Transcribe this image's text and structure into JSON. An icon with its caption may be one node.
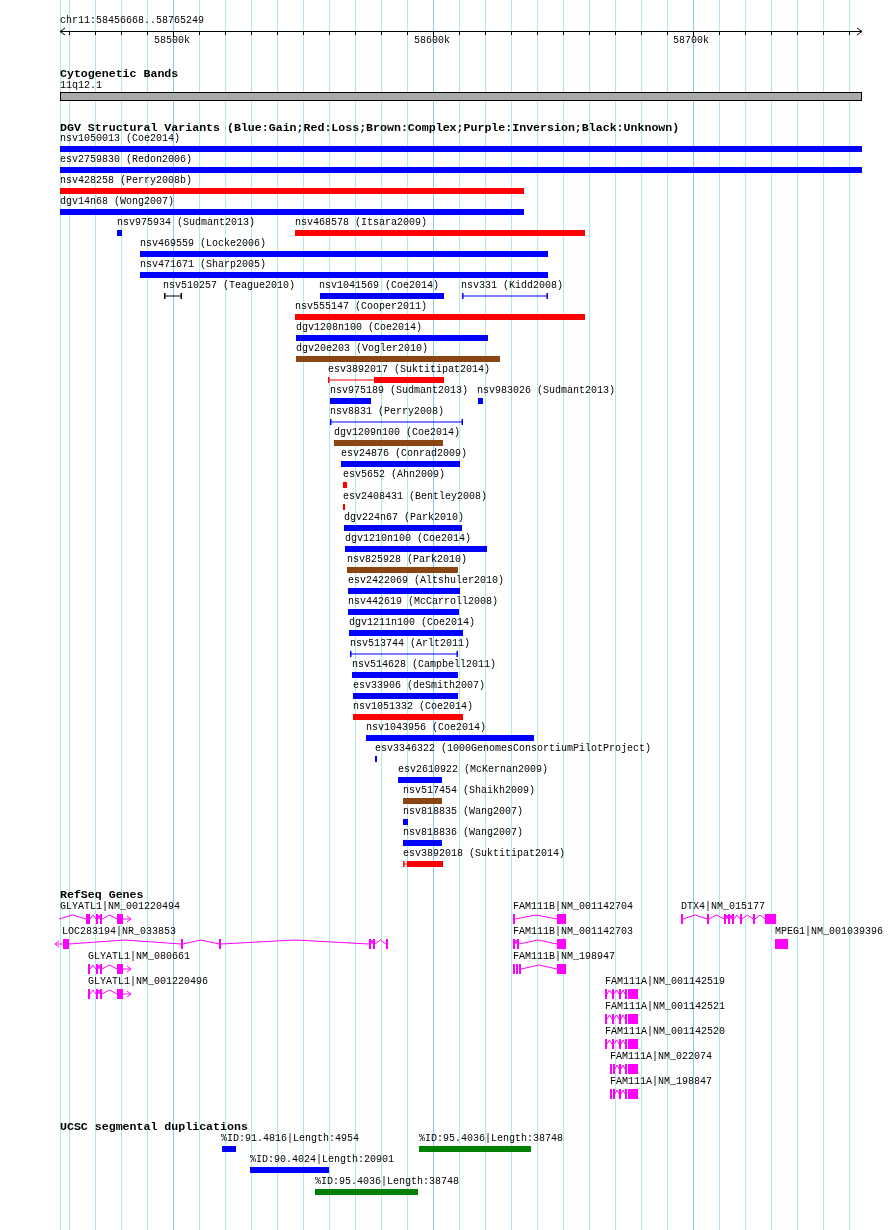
{
  "diagram": {
    "nodes": [
      {
        "text": [
          "11q12.1"
        ]
      },
      {
        "text": [
          "nsv1050013 (Coe2014)"
        ]
      },
      {
        "text": [
          "esv2759830 (Redon2006)"
        ]
      },
      {
        "text": [
          "nsv428258 (Perry2008b)"
        ]
      },
      {
        "text": [
          "dgv14n68 (Wong2007)"
        ]
      },
      {
        "text": [
          "nsv975934 (Sudmant2013)"
        ]
      },
      {
        "text": [
          "nsv468578 (Itsara2009)"
        ]
      },
      {
        "text": [
          "nsv469559 (Locke2006)"
        ]
      },
      {
        "text": [
          "nsv471671 (Sharp2005)"
        ]
      },
      {
        "text": [
          "nsv510257 (Teague2010)"
        ]
      },
      {
        "text": [
          "nsv1041569 (Coe2014)"
        ]
      },
      {
        "text": [
          "nsv331 (Kidd2008)"
        ]
      },
      {
        "text": [
          "nsv555147 (Cooper2011)"
        ]
      },
      {
        "text": [
          "dgv1208n100 (Coe2014)"
        ]
      },
      {
        "text": [
          "dgv20e203 (Vogler2010)"
        ]
      },
      {
        "text": [
          "esv3892017 (Suktitipat2014)"
        ]
      },
      {
        "text": [
          "nsv975189 (Sudmant2013)"
        ]
      },
      {
        "text": [
          "nsv983026 (Sudmant2013)"
        ]
      },
      {
        "text": [
          "nsv8831 (Perry2008)"
        ]
      },
      {
        "text": [
          "dgv1209n100 (Coe2014)"
        ]
      },
      {
        "text": [
          "esv24876 (Conrad2009)"
        ]
      },
      {
        "text": [
          "esv5652 (Ahn2009)"
        ]
      },
      {
        "text": [
          "esv2408431 (Bentley2008)"
        ]
      },
      {
        "text": [
          "dgv224n67 (Park2010)"
        ]
      },
      {
        "text": [
          "dgv1210n100 (Coe2014)"
        ]
      },
      {
        "text": [
          "nsv825928 (Park2010)"
        ]
      },
      {
        "text": [
          "esv2422069 (Altshuler2010)"
        ]
      },
      {
        "text": [
          "nsv442619 (McCarroll2008)"
        ]
      },
      {
        "text": [
          "dgv1211n100 (Coe2014)"
        ]
      },
      {
        "text": [
          "nsv513744 (Arlt2011)"
        ]
      },
      {
        "text": [
          "nsv514628 (Campbell2011)"
        ]
      },
      {
        "text": [
          "esv33906 (deSmith2007)"
        ]
      },
      {
        "text": [
          "nsv1051332 (Coe2014)"
        ]
      },
      {
        "text": [
          "nsv1043956 (Coe2014)"
        ]
      },
      {
        "text": [
          "esv3346322 (1000GenomesConsortiumPilotProject)"
        ]
      },
      {
        "text": [
          "esv2610922 (McKernan2009)"
        ]
      },
      {
        "text": [
          "nsv517454 (Shaikh2009)"
        ]
      },
      {
        "text": [
          "nsv818835 (Wang2007)"
        ]
      },
      {
        "text": [
          "nsv818836 (Wang2007)"
        ]
      },
      {
        "text": [
          "esv3892018 (Suktitipat2014)"
        ]
      },
      {
        "text": [
          "GLYATL1|NM_001220494"
        ]
      },
      {
        "text": [
          "FAM111B|NM_001142704"
        ]
      },
      {
        "text": [
          "DTX4|NM_015177"
        ]
      },
      {
        "text": [
          "LOC283194|NR_033853"
        ]
      },
      {
        "text": [
          "FAM111B|NM_001142703"
        ]
      },
      {
        "text": [
          "MPEG1|NM_001039396"
        ]
      },
      {
        "text": [
          "GLYATL1|NM_080661"
        ]
      },
      {
        "text": [
          "FAM111B|NM_198947"
        ]
      },
      {
        "text": [
          "GLYATL1|NM_001220496"
        ]
      },
      {
        "text": [
          "FAM111A|NM_001142519"
        ]
      },
      {
        "text": [
          "FAM111A|NM_001142521"
        ]
      },
      {
        "text": [
          "FAM111A|NM_001142520"
        ]
      },
      {
        "text": [
          "FAM111A|NM_022074"
        ]
      },
      {
        "text": [
          "FAM111A|NM_198847"
        ]
      },
      {
        "text": [
          "%ID:91.4816|Length:4954"
        ]
      },
      {
        "text": [
          "%ID:95.4036|Length:38748"
        ]
      },
      {
        "text": [
          "%ID:90.4024|Length:20901"
        ]
      },
      {
        "text": [
          "%ID:95.4036|Length:38748"
        ]
      }
    ],
    "labels": [
      "chr11:58456668..58765249",
      "58500k",
      "58600k",
      "58700k",
      "Cytogenetic Bands",
      "DGV Structural Variants (Blue:Gain;Red:Loss;Brown:Complex;Purple:Inversion;Black:Unknown)",
      "RefSeq Genes",
      "UCSC segmental duplications"
    ]
  }
}
